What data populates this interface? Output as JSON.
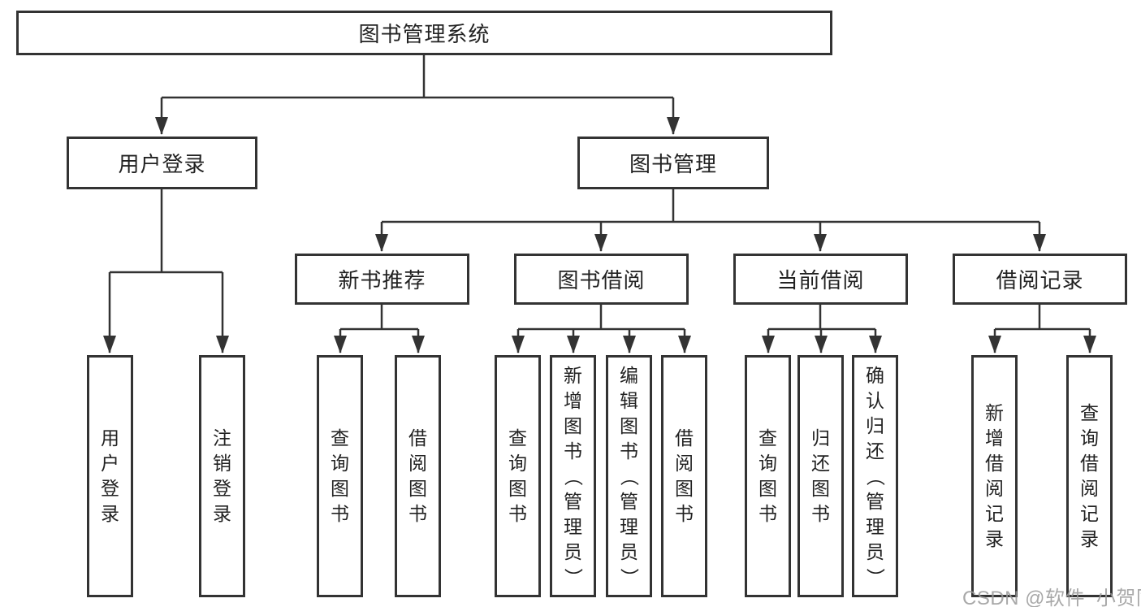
{
  "diagram": {
    "root": {
      "label": "图书管理系统"
    },
    "branches": [
      {
        "label": "用户登录",
        "children": [
          {
            "label": "用户登录"
          },
          {
            "label": "注销登录"
          }
        ]
      },
      {
        "label": "图书管理",
        "children": [
          {
            "label": "新书推荐",
            "children": [
              {
                "label": "查询图书"
              },
              {
                "label": "借阅图书"
              }
            ]
          },
          {
            "label": "图书借阅",
            "children": [
              {
                "label": "查询图书"
              },
              {
                "label": "新增图书（管理员）"
              },
              {
                "label": "编辑图书（管理员）"
              },
              {
                "label": "借阅图书"
              }
            ]
          },
          {
            "label": "当前借阅",
            "children": [
              {
                "label": "查询图书"
              },
              {
                "label": "归还图书"
              },
              {
                "label": "确认归还（管理员）"
              }
            ]
          },
          {
            "label": "借阅记录",
            "children": [
              {
                "label": "新增借阅记录"
              },
              {
                "label": "查询借阅记录"
              }
            ]
          }
        ]
      }
    ]
  },
  "watermark": "CSDN @软件_小贺同学",
  "colors": {
    "line": "#333333",
    "text": "#222222",
    "background": "#ffffff",
    "watermark": "#9a9a9a"
  }
}
